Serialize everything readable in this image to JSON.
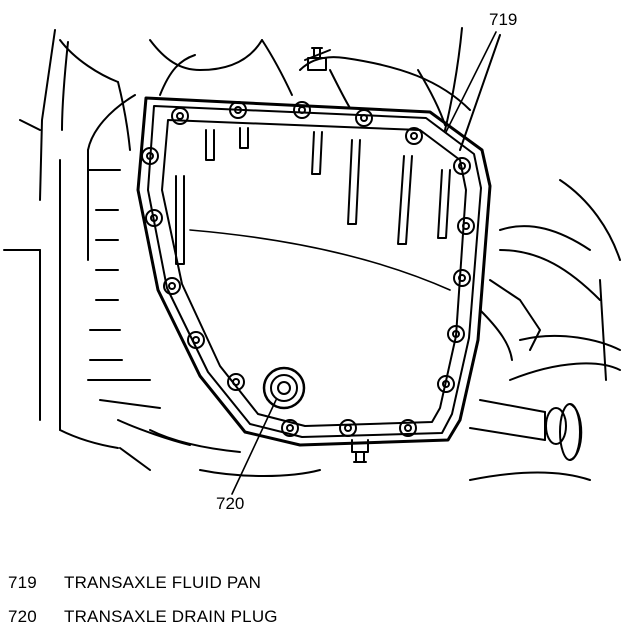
{
  "callouts": {
    "pan_number": "719",
    "plug_number": "720"
  },
  "legend": [
    {
      "number": "719",
      "label": "TRANSAXLE FLUID PAN"
    },
    {
      "number": "720",
      "label": "TRANSAXLE DRAIN PLUG"
    }
  ]
}
